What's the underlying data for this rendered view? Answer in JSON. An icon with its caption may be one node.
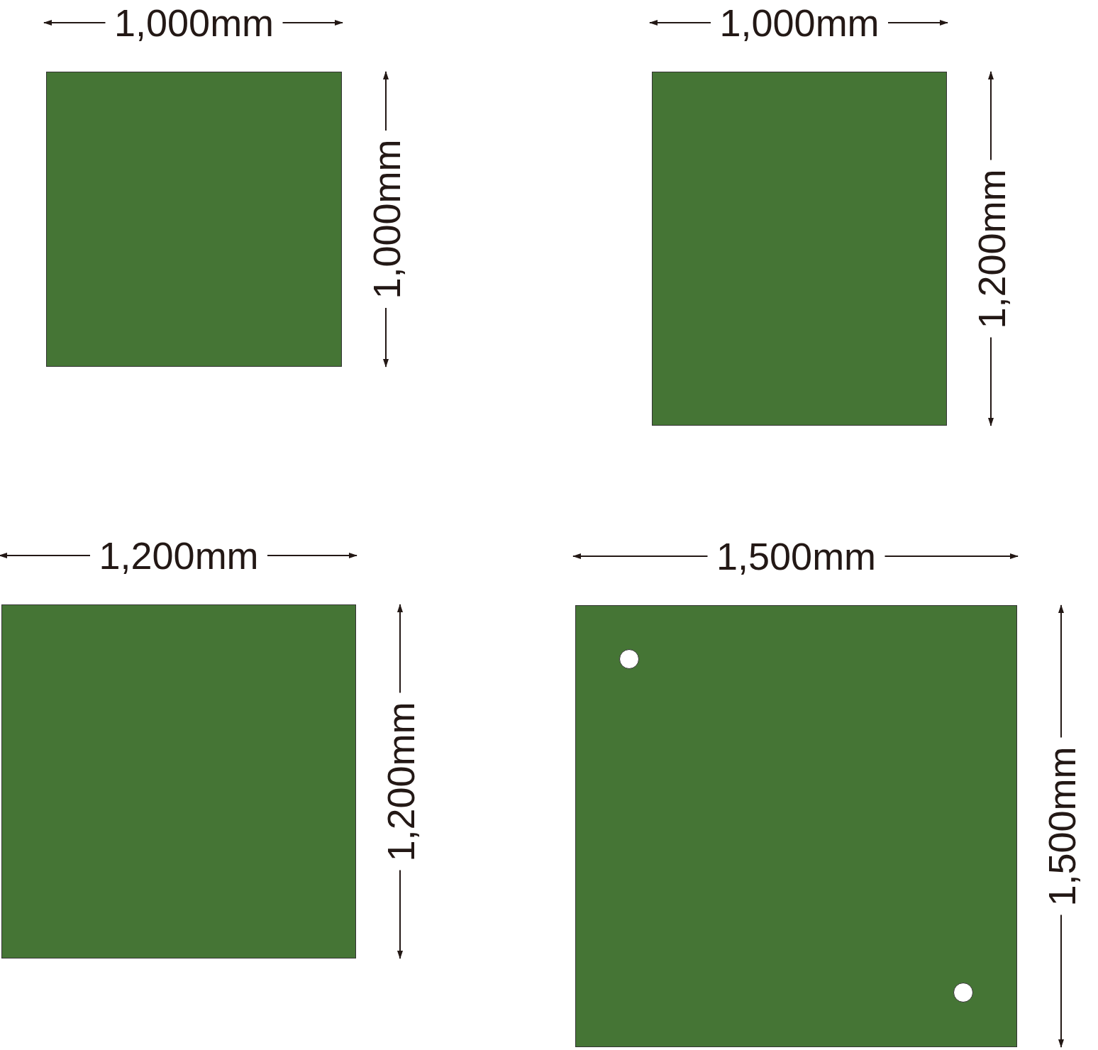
{
  "diagram": {
    "nodes": [
      {
        "text": [],
        "shape": "box",
        "beside": [
          "1,000mm",
          "1,000mm"
        ]
      },
      {
        "text": [],
        "shape": "box",
        "beside": [
          "1,000mm",
          "1,200mm"
        ]
      },
      {
        "text": [],
        "shape": "box",
        "beside": [
          "1,200mm",
          "1,200mm"
        ]
      },
      {
        "text": [],
        "shape": "box",
        "beside": [
          "1,500mm",
          "1,500mm"
        ]
      },
      {
        "text": [],
        "shape": "circle",
        "in": 3
      },
      {
        "text": [],
        "shape": "circle",
        "in": 3
      }
    ]
  }
}
